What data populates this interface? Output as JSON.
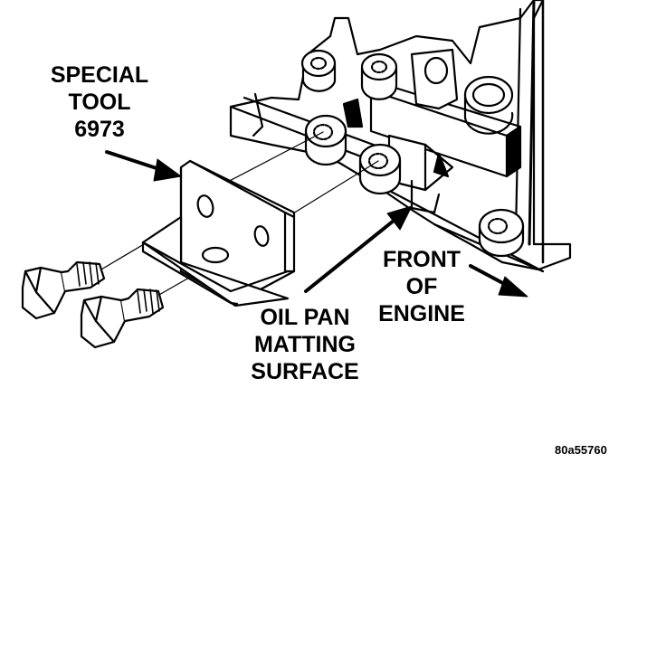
{
  "labels": {
    "special_tool": [
      "SPECIAL",
      "TOOL",
      "6973"
    ],
    "oil_pan": [
      "OIL PAN",
      "MATTING",
      "SURFACE"
    ],
    "front_engine": [
      "FRONT",
      "OF",
      "ENGINE"
    ]
  },
  "figure_code": "80a55760",
  "colors": {
    "ink": "#000000",
    "paper": "#ffffff"
  }
}
